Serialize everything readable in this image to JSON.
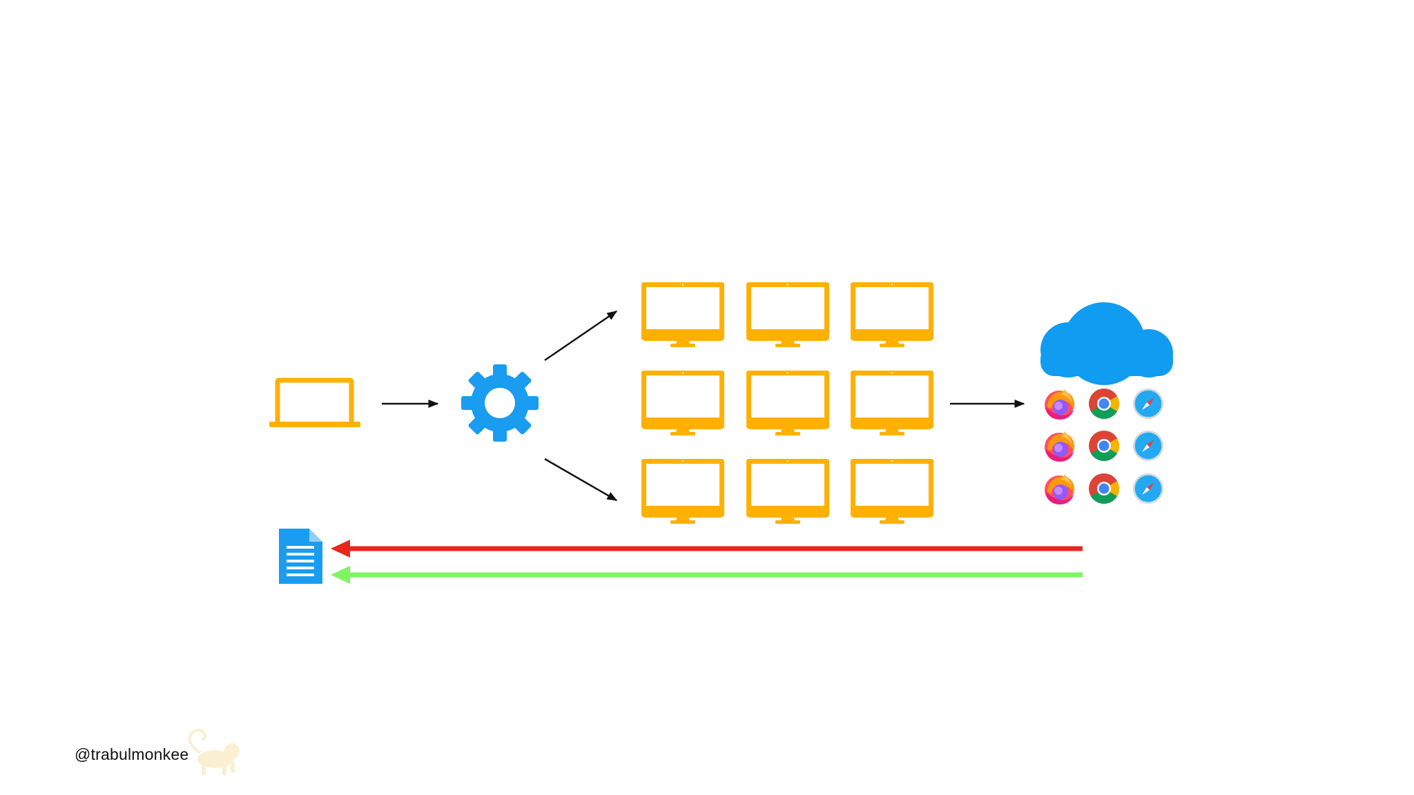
{
  "handle": "@trabulmonkee",
  "colors": {
    "device": "#FFB000",
    "gear": "#1A9CF0",
    "cloud": "#109CF1",
    "document": "#1A9CF0",
    "arrow": "#111111",
    "result_fail": "#E8271C",
    "result_pass": "#7DF561",
    "watermark": "#FBEFD2"
  },
  "icons": {
    "client": "laptop-icon",
    "processor": "gear-icon",
    "workers": "desktop-monitor-icon",
    "grid": "cloud-icon",
    "browsers": [
      "firefox-icon",
      "chrome-icon",
      "safari-icon"
    ],
    "report": "document-icon",
    "watermark": "monkey-logo"
  },
  "worker_grid": {
    "rows": 3,
    "cols": 3
  },
  "browser_grid": {
    "rows": 3,
    "cols": 3
  },
  "result_arrows": [
    "fail",
    "pass"
  ]
}
